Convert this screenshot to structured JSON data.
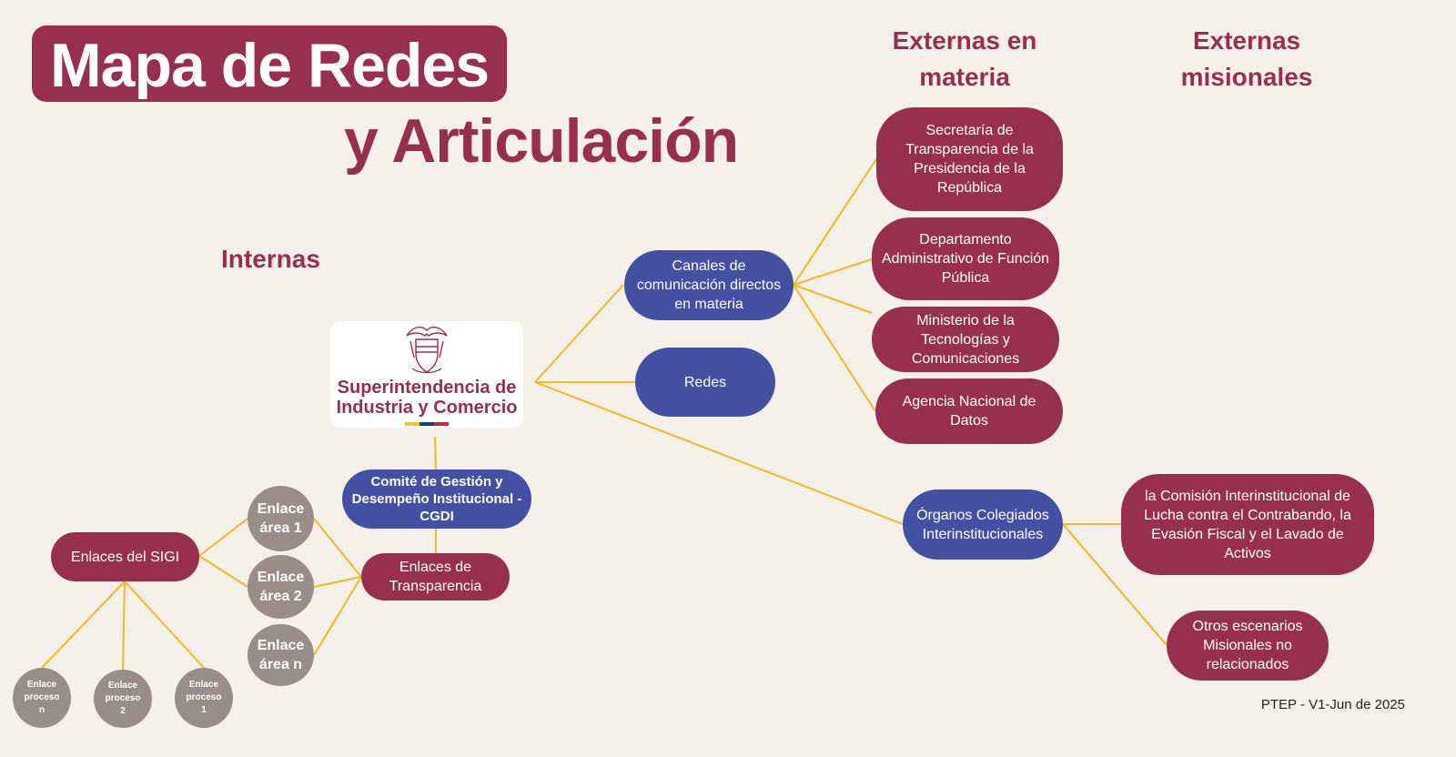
{
  "title": {
    "line1": "Mapa de Redes",
    "line2": "y Articulación"
  },
  "headers": {
    "internas": "Internas",
    "externas_materia": "Externas en\nmateria",
    "externas_misionales": "Externas\nmisionales"
  },
  "center": {
    "name": "Superintendencia de\nIndustria y Comercio",
    "emblem": "coat-of-arms-icon"
  },
  "nodes": {
    "canales": "Canales de\ncomunicación directos\nen materia",
    "redes": "Redes",
    "organos": "Órganos Colegiados\nInterinstitucionales",
    "secretaria": "Secretaría de\nTransparencia de la\nPresidencia de la\nRepública",
    "departamento": "Departamento\nAdministrativo de Función\nPública",
    "ministerio": "Ministerio de la\nTecnologías y\nComunicaciones",
    "agencia": "Agencia Nacional de\nDatos",
    "comision": "la Comisión Interinstitucional de\nLucha contra el Contrabando, la\nEvasión Fiscal y el Lavado de\nActivos",
    "otros": "Otros escenarios\nMisionales no\nrelacionados",
    "comite": "Comité de Gestión y\nDesempeño Institucional -\nCGDI",
    "enlaces_transparencia": "Enlaces de\nTransparencia",
    "enlaces_sigi": "Enlaces del SIGI",
    "enlace_area_1": "Enlace\nárea 1",
    "enlace_area_2": "Enlace\nárea 2",
    "enlace_area_n": "Enlace\nárea n",
    "enlace_proceso_n": "Enlace\nproceso\nn",
    "enlace_proceso_2": "Enlace\nproceso\n2",
    "enlace_proceso_1": "Enlace\nproceso\n1"
  },
  "footer": "PTEP - V1-Jun de 2025",
  "colors": {
    "background": "#f5f0ea",
    "primary_red": "#97304f",
    "primary_blue": "#4451a3",
    "gray_node": "#9a8c88",
    "connector": "#f2b822",
    "flag": [
      "#f2c81e",
      "#1d3a8a",
      "#c8283c"
    ]
  }
}
